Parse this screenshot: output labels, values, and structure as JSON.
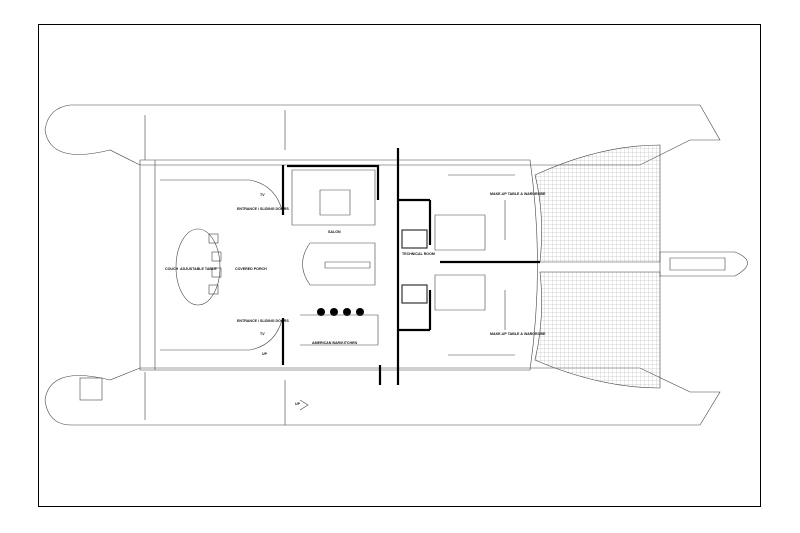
{
  "drawing": {
    "labels": {
      "salon": "SALON",
      "couch": "COUCH",
      "adjustable_table": "ADJUSTABLE TABLE",
      "covered_porch": "COVERED PORCH",
      "door_top": "ENTRANCE / SLIDING DOORS",
      "door_bottom": "ENTRANCE / SLIDING DOORS",
      "technical_room": "TECHNICAL ROOM",
      "american_bar": "AMERICAN BAR/KITCHEN",
      "makeup_top": "MAKE-UP TABLE & WARDROBE",
      "makeup_bottom": "MAKE-UP TABLE & WARDROBE",
      "up_stairs": "UP",
      "up_arrow": "UP",
      "tv_top": "TV",
      "tv_bottom": "TV"
    },
    "colors": {
      "line": "#444444",
      "wall": "#000000",
      "net": "#cccccc"
    }
  }
}
